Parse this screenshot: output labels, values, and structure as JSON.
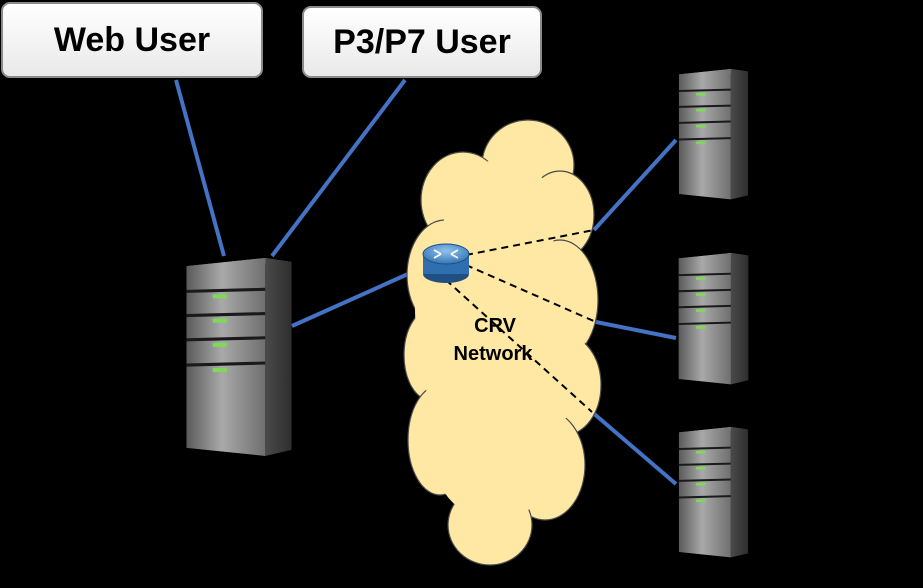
{
  "labels": {
    "web_user": "Web User",
    "p3p7_user": "P3/P7 User"
  },
  "cloud": {
    "line1": "CRV",
    "line2": "Network",
    "fill": "#FFE8A3"
  },
  "colors": {
    "link": "#4472C4",
    "background": "#000000",
    "server_led": "#7ED957"
  },
  "icons": {
    "router": "router-icon",
    "server": "server-icon"
  }
}
